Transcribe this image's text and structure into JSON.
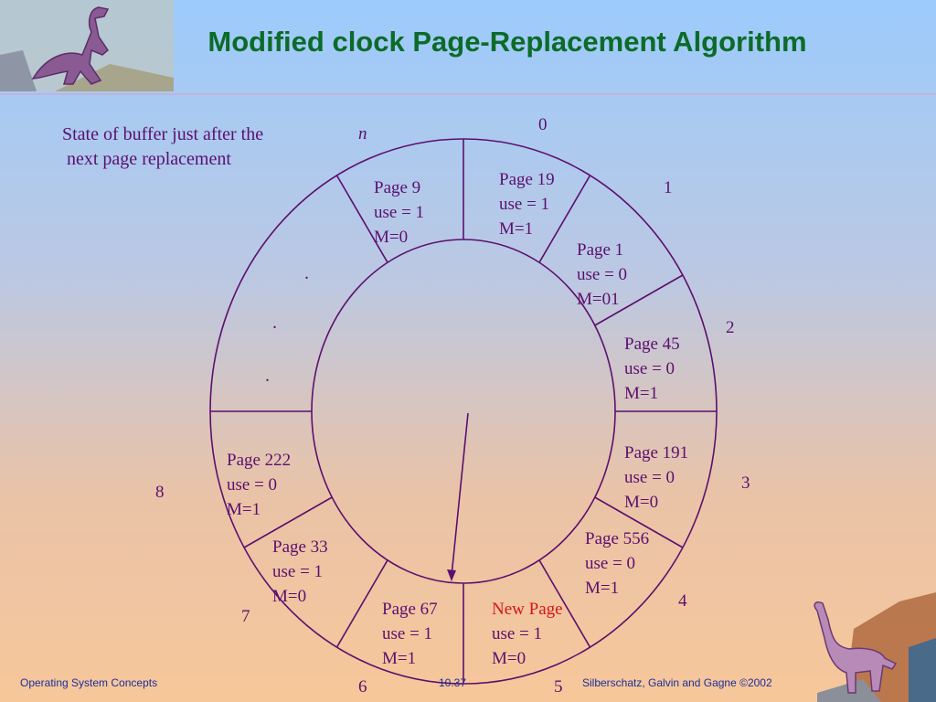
{
  "title": "Modified clock Page-Replacement Algorithm",
  "note": [
    "State of buffer just after the",
    " next page replacement"
  ],
  "frames": [
    {
      "page": "Page 19",
      "use": "use = 1",
      "m": "M=1",
      "new": false
    },
    {
      "page": "Page 1",
      "use": "use = 0",
      "m": "M=01",
      "new": false
    },
    {
      "page": "Page 45",
      "use": "use = 0",
      "m": "M=1",
      "new": false
    },
    {
      "page": "Page 191",
      "use": "use = 0",
      "m": "M=0",
      "new": false
    },
    {
      "page": "Page 556",
      "use": "use = 0",
      "m": "M=1",
      "new": false
    },
    {
      "page": "New Page",
      "use": "use = 1",
      "m": "M=0",
      "new": true
    },
    {
      "page": "Page 67",
      "use": "use = 1",
      "m": "M=1",
      "new": false
    },
    {
      "page": "Page 33",
      "use": "use = 1",
      "m": "M=0",
      "new": false
    },
    {
      "page": "Page 222",
      "use": "use = 0",
      "m": "M=1",
      "new": false
    },
    {
      "page": "Page 9",
      "use": "use = 1",
      "m": "M=0",
      "new": false
    }
  ],
  "indices": [
    "0",
    "1",
    "2",
    "3",
    "4",
    "5",
    "6",
    "7",
    "8",
    "n"
  ],
  "ellipsis": [
    ".",
    ".",
    "."
  ],
  "footer": {
    "left": "Operating System Concepts",
    "center": "10.37",
    "right": "Silberschatz, Galvin and  Gagne ©2002"
  },
  "colors": {
    "title": "#0c6b28",
    "text": "#5c0f6e",
    "new_page": "#d41717",
    "footer": "#1a2f9a"
  },
  "icons": [
    "dinosaur-top-left",
    "dinosaur-bottom-right"
  ]
}
